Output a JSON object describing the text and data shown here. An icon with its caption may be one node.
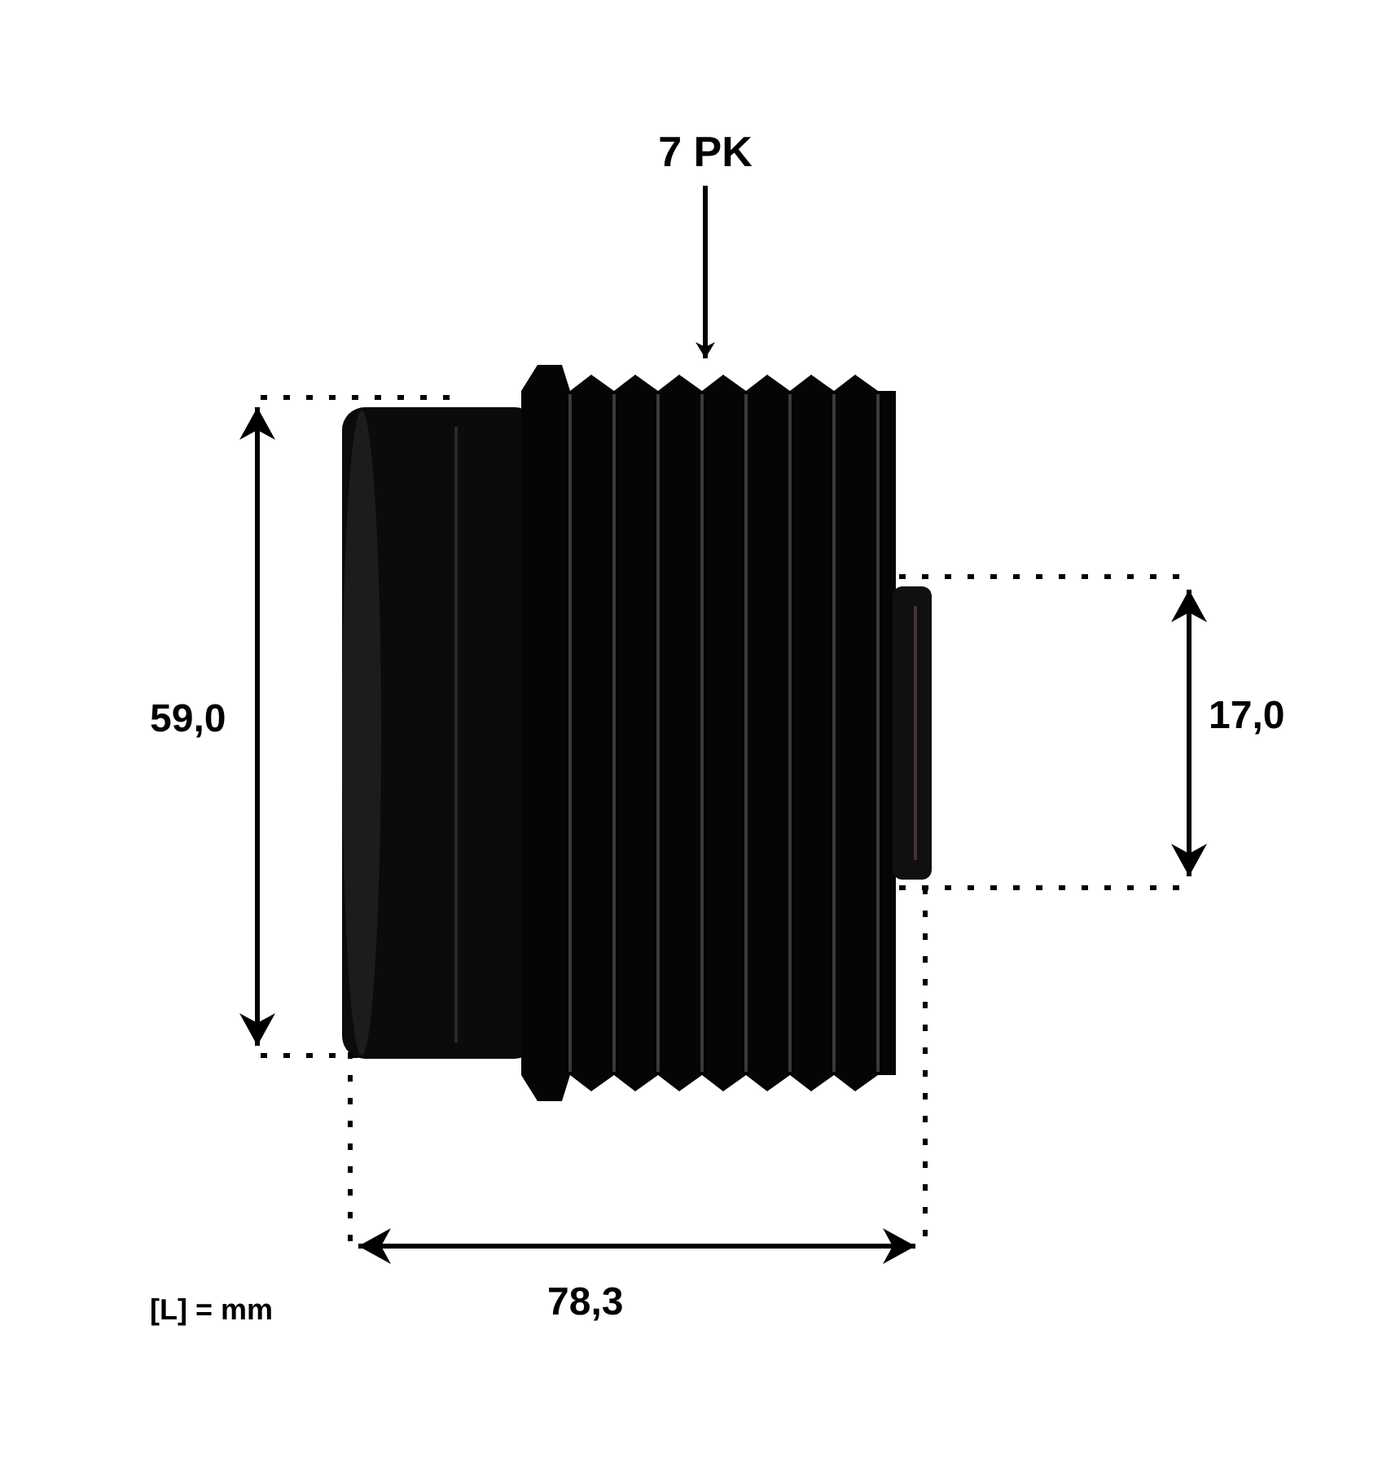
{
  "diagram": {
    "nodes": [
      {
        "text": [
          "7 PK"
        ]
      },
      {
        "text": [],
        "shape": "picture"
      }
    ],
    "edges": [
      {
        "from": 0,
        "to": 1,
        "arrow": "to"
      }
    ],
    "labels": [
      "59,0",
      "17,0",
      "78,3",
      "[L] = mm"
    ]
  }
}
